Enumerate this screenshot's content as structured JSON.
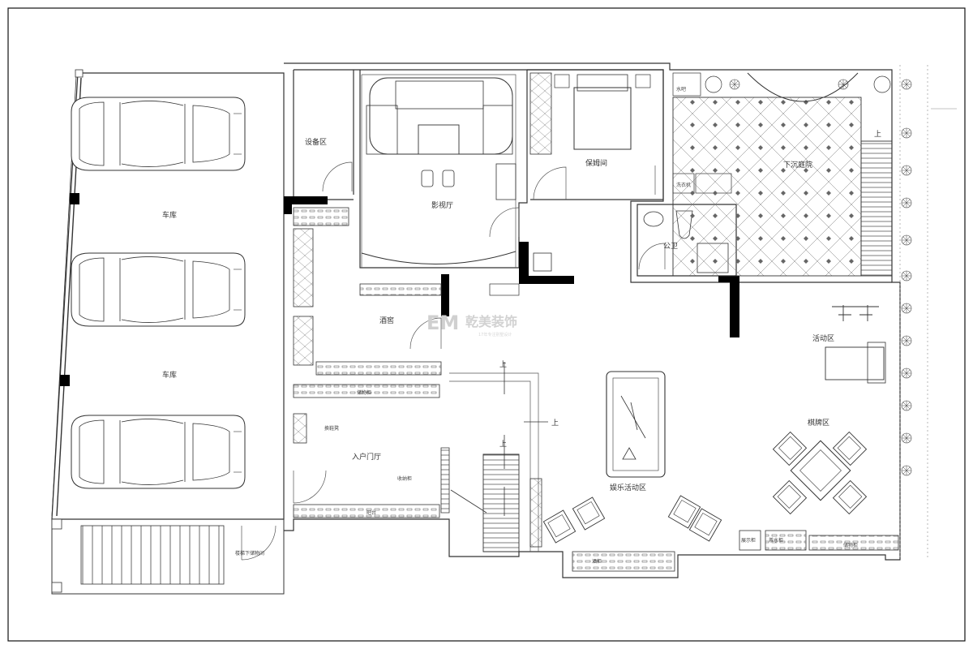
{
  "rooms": {
    "garage": "车库",
    "equipment": "设备区",
    "theater": "影视厅",
    "nanny": "保姆间",
    "courtyard": "下沉庭院",
    "washroom": "公卫",
    "wine_cellar": "酒窖",
    "activity": "活动区",
    "chess": "棋牌区",
    "entrance": "入户门厅",
    "leisure": "娱乐活动区"
  },
  "annotations": {
    "up": "上",
    "shoe_cabinet": "换鞋凳",
    "storage_rack": "收纳柜",
    "hall_cabinet": "储物柜",
    "bar_cabinet": "吧台",
    "laundry": "洗衣机",
    "small_label": "水吧",
    "wine_rack": "酒柜",
    "tea_label": "茶水柜",
    "bench_label": "储物柜",
    "outer_door": "楼梯下储物间",
    "cab_right": "储物柜",
    "display": "展示柜"
  },
  "logo": {
    "mark": "EM",
    "name": "乾美装饰",
    "tagline": "17年专注别墅设计"
  }
}
